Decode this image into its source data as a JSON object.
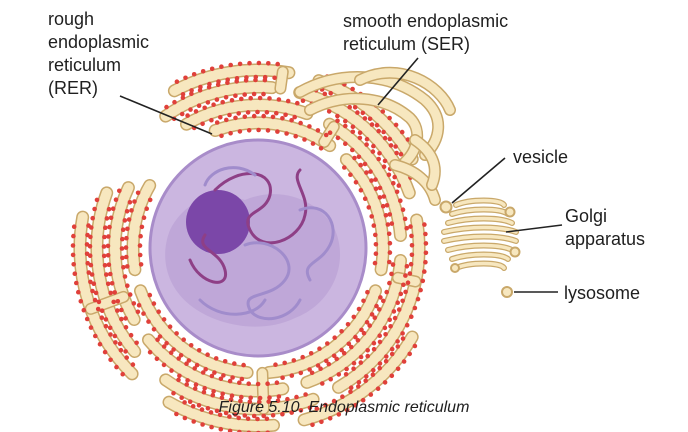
{
  "labels": {
    "rer": [
      "rough",
      "endoplasmic",
      "reticulum",
      "(RER)"
    ],
    "ser": [
      "smooth endoplasmic",
      "reticulum (SER)"
    ],
    "vesicle": "vesicle",
    "golgi": [
      "Golgi",
      "apparatus"
    ],
    "lysosome": "lysosome"
  },
  "caption": "Figure 5.10. Endoplasmic reticulum",
  "colors": {
    "er_fill": "#f7e7bf",
    "er_stroke": "#c9a86a",
    "ribosome": "#e0403a",
    "nucleus": "#cbb6e0",
    "nucleus_edge": "#a88cc9",
    "nucleolus": "#7b47a8",
    "chromatin_dark": "#8e3f86",
    "chromatin_light": "#a08ccc",
    "leader": "#222222"
  }
}
